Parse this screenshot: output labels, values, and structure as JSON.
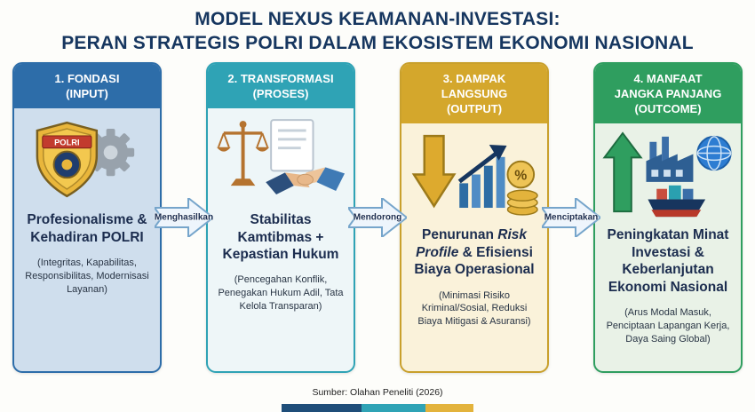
{
  "title": {
    "line1": "MODEL NEXUS KEAMANAN-INVESTASI:",
    "line2": "PERAN STRATEGIS POLRI DALAM EKOSISTEM EKONOMI NASIONAL"
  },
  "colors": {
    "title_navy": "#16365f",
    "card1_blue": "#2d6da9",
    "card2_teal": "#2fa3b5",
    "card3_gold": "#d4a72c",
    "card4_green": "#2f9e5f"
  },
  "cards": [
    {
      "header": "1. FONDASI\n(INPUT)",
      "title": "Profesionalisme & Kehadiran POLRI",
      "subtitle": "(Integritas, Kapabilitas, Responsibilitas, Modernisasi Layanan)",
      "badge_label": "POLRI"
    },
    {
      "header": "2. TRANSFORMASI\n(PROSES)",
      "title": "Stabilitas Kamtibmas + Kepastian Hukum",
      "subtitle": "(Pencegahan Konflik, Penegakan Hukum Adil, Tata Kelola Transparan)"
    },
    {
      "header": "3. DAMPAK\nLANGSUNG\n(OUTPUT)",
      "title_pre": "Penurunan ",
      "title_italic": "Risk Profile",
      "title_post": " & Efisiensi Biaya Operasional",
      "coin_symbol": "%",
      "subtitle": "(Minimasi Risiko Kriminal/Sosial, Reduksi Biaya Mitigasi & Asuransi)"
    },
    {
      "header": "4. MANFAAT\nJANGKA PANJANG\n(OUTCOME)",
      "title": "Peningkatan Minat Investasi & Keberlanjutan Ekonomi Nasional",
      "subtitle": "(Arus Modal Masuk, Penciptaan Lapangan Kerja, Daya Saing Global)"
    }
  ],
  "arrows": [
    {
      "label": "Menghasilkan"
    },
    {
      "label": "Mendorong"
    },
    {
      "label": "Menciptakan"
    }
  ],
  "footer": {
    "source": "Sumber: Olahan Peneliti (2026)"
  }
}
